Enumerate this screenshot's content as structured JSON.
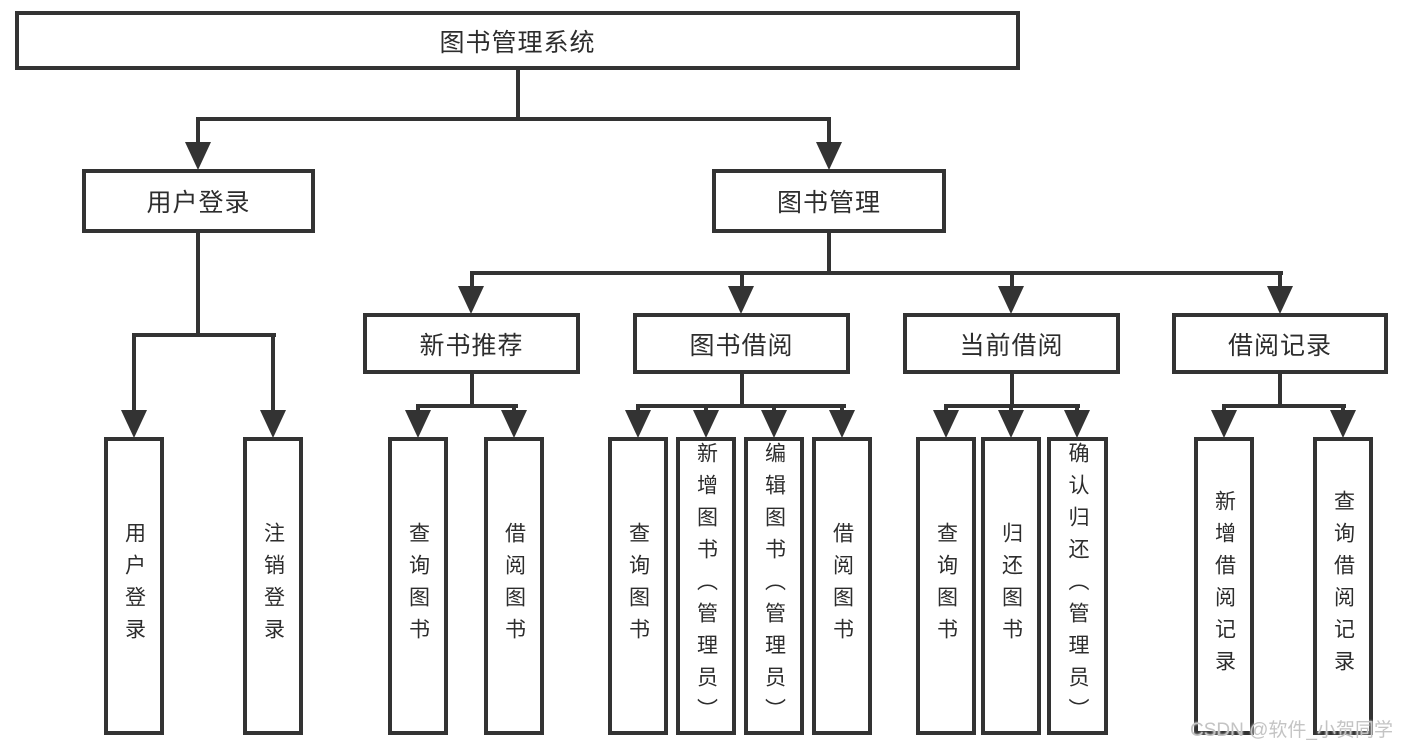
{
  "diagram": {
    "root": {
      "label": "图书管理系统"
    },
    "branches": [
      {
        "label": "用户登录",
        "leaves": [
          {
            "label": "用户登录"
          },
          {
            "label": "注销登录"
          }
        ]
      },
      {
        "label": "图书管理",
        "groups": [
          {
            "label": "新书推荐",
            "leaves": [
              {
                "label": "查询图书"
              },
              {
                "label": "借阅图书"
              }
            ]
          },
          {
            "label": "图书借阅",
            "leaves": [
              {
                "label": "查询图书"
              },
              {
                "label": "新增图书（管理员）"
              },
              {
                "label": "编辑图书（管理员）"
              },
              {
                "label": "借阅图书"
              }
            ]
          },
          {
            "label": "当前借阅",
            "leaves": [
              {
                "label": "查询图书"
              },
              {
                "label": "归还图书"
              },
              {
                "label": "确认归还（管理员）"
              }
            ]
          },
          {
            "label": "借阅记录",
            "leaves": [
              {
                "label": "新增借阅记录"
              },
              {
                "label": "查询借阅记录"
              }
            ]
          }
        ]
      }
    ],
    "watermark": "CSDN @软件_小贺同学",
    "colors": {
      "line": "#333333",
      "text": "#2d2d2d",
      "background": "#ffffff",
      "watermark": "#c4c4c4"
    }
  }
}
